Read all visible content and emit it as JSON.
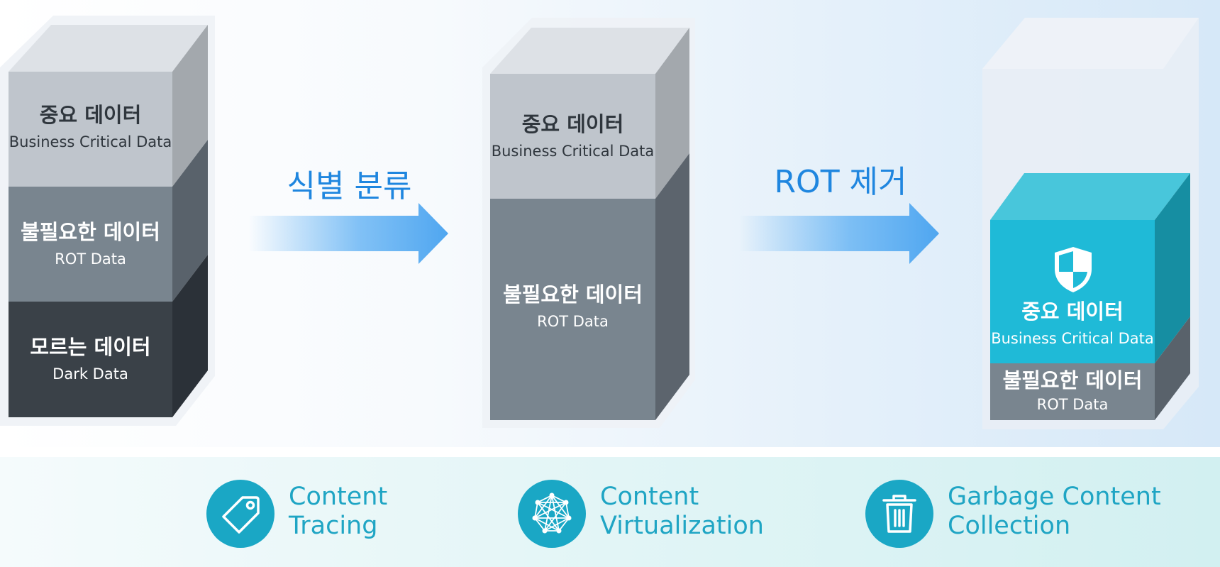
{
  "stage1": {
    "critical": {
      "title": "중요 데이터",
      "subtitle": "Business Critical Data"
    },
    "rot": {
      "title": "불필요한 데이터",
      "subtitle": "ROT Data"
    },
    "dark": {
      "title": "모르는 데이터",
      "subtitle": "Dark Data"
    }
  },
  "step1": {
    "label": "식별 분류"
  },
  "stage2": {
    "critical": {
      "title": "중요 데이터",
      "subtitle": "Business Critical Data"
    },
    "rot": {
      "title": "불필요한 데이터",
      "subtitle": "ROT Data"
    }
  },
  "step2": {
    "label": "ROT 제거"
  },
  "stage3": {
    "critical": {
      "title": "중요 데이터",
      "subtitle": "Business Critical Data",
      "icon": "shield-icon"
    },
    "rot": {
      "title": "불필요한 데이터",
      "subtitle": "ROT Data"
    }
  },
  "features": [
    {
      "line1": "Content",
      "line2": "Tracing",
      "icon": "tag-icon"
    },
    {
      "line1": "Content",
      "line2": "Virtualization",
      "icon": "network-icon"
    },
    {
      "line1": "Garbage Content",
      "line2": "Collection",
      "icon": "trash-icon"
    }
  ],
  "colors": {
    "accent_blue": "#1f86df",
    "teal": "#1aa7c5",
    "critical_gray": "#bfc5cc",
    "rot_gray": "#79858f",
    "dark_gray": "#3a4148",
    "secured_teal": "#1fbad7"
  }
}
